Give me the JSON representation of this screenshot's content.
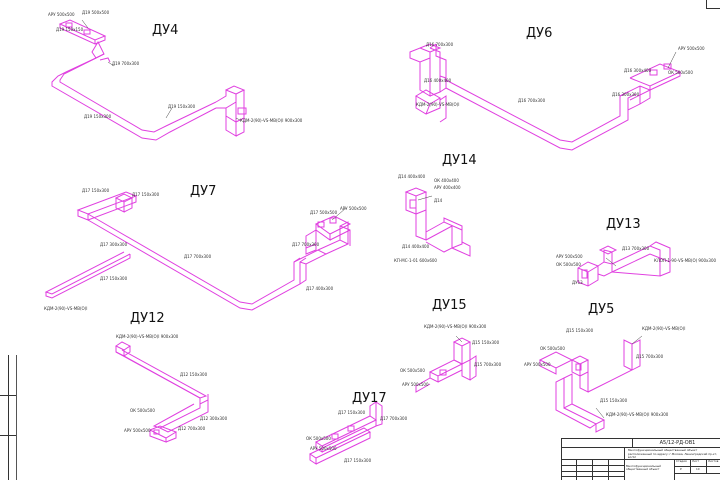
{
  "systems": {
    "du4": "ДУ4",
    "du6": "ДУ6",
    "du14": "ДУ14",
    "du7": "ДУ7",
    "du13": "ДУ13",
    "du12": "ДУ12",
    "du15": "ДУ15",
    "du5": "ДУ5",
    "du17": "ДУ17"
  },
  "annotations": {
    "du4_a": "Д19 500х500",
    "du4_b": "АРУ 500х500",
    "du4_c": "Д19 150х150",
    "du4_d": "Д19 700х300",
    "du4_e": "Д19 150х300",
    "du4_f": "Д19 150х300",
    "du4_g": "КДМ-2(90)-VS-MB(О)I 900х300",
    "du6_a": "Д16 700х300",
    "du6_b": "АРУ 500х500",
    "du6_c": "Д16 400х400",
    "du6_d": "Д16 300х400",
    "du6_e": "КДМ-2(90)-VS-MB(О)I",
    "du6_f": "Д16 300х300",
    "du6_g": "Д16 700х300",
    "du6_h": "ОК 500х500",
    "du14_a": "Д14 400х400",
    "du14_b": "ОК 400х400",
    "du14_c": "АРУ 400х400",
    "du14_d": "Д14",
    "du14_e": "Д14 400х400",
    "du14_f": "КП-МС-1-01 600х600",
    "du7_a": "Д17 150х300",
    "du7_b": "Д17 150х300",
    "du7_c": "Д17 300х300",
    "du7_d": "Д17 700х300",
    "du7_e": "Д17 150х300",
    "du7_f": "КДМ-2(90)-VS-MB(О)I",
    "du7_g": "Д17 500х500",
    "du7_h": "АРУ 500х500",
    "du7_i": "Д17 700х300",
    "du7_j": "Д17 400х300",
    "du13_a": "АРУ 500х500",
    "du13_b": "ОК 500х500",
    "du13_c": "ДУ13",
    "du13_d": "Д13 700х300",
    "du13_e": "КЛОП-1-90-VS-MB(О) 900х300",
    "du12_a": "КДМ-2(90)-VS-MB(О)I 900х300",
    "du12_b": "Д12 150х300",
    "du12_c": "Д12 300х300",
    "du12_d": "ОК 500х500",
    "du12_e": "АРУ 500х500",
    "du12_f": "Д12 700х300",
    "du15_a": "КДМ-2(90)-VS-MB(О)I 900х300",
    "du15_b": "Д15 150х300",
    "du15_c": "ОК 500х500",
    "du15_d": "АРУ 500х500",
    "du15_e": "Д15 700х300",
    "du5_a": "КДМ-2(90)-VS-MB(О)I",
    "du5_b": "Д15 150х300",
    "du5_c": "ОК 500х500",
    "du5_d": "АРУ 500х500",
    "du5_e": "Д15 700х300",
    "du5_f": "Д15 150х300",
    "du5_g": "КДМ-2(90)-VS-MB(О)I 900х300",
    "du17_a": "Д17 150х300",
    "du17_b": "Д17 700х300",
    "du17_c": "ОК 500х500",
    "du17_d": "АРУ 500х500",
    "du17_e": "Д17 150х300"
  },
  "title_block": {
    "doc_code": "А5/12-РД-ОВ1",
    "project_name": "Многофункциональный общественный объект",
    "project_desc": "расположенный по адресу: г.Москва, Ленинградский пр-кт, вл.52",
    "sheet_title": "Многофункциональный общественный объект",
    "stage_label": "Стадия",
    "sheet_label": "Лист",
    "sheets_label": "Листов",
    "stage_value": "Р",
    "sheet_value": "10"
  },
  "colors": {
    "duct": "#e040e0",
    "leader": "#444444"
  }
}
